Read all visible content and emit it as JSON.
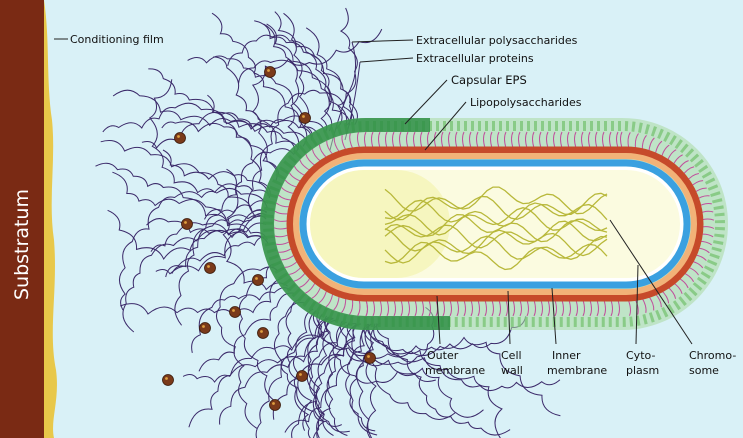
{
  "substrate": {
    "label": "Substratum"
  },
  "labels": {
    "conditioning_film": "Conditioning film",
    "extracellular_polysaccharides": "Extracellular polysaccharides",
    "extracellular_proteins": "Extracellular proteins",
    "capsular_eps": "Capsular EPS",
    "lipopolysaccharides": "Lipopolysaccharides"
  },
  "bottom_labels": [
    {
      "line1": "Outer",
      "line2": "membrane"
    },
    {
      "line1": "Cell",
      "line2": "wall"
    },
    {
      "line1": "Inner",
      "line2": "membrane"
    },
    {
      "line1": "Cyto-",
      "line2": "plasm"
    },
    {
      "line1": "Chromo-",
      "line2": "some"
    }
  ],
  "colors": {
    "background": "#d9f1f7",
    "substrate": "#7a2a14",
    "conditioning_film": "#e8c84a",
    "capsule_dark": "#2f8f45",
    "capsule_light": "#a9d9a0",
    "lps": "#c0509c",
    "outer_membrane": "#c64a2a",
    "cell_wall": "#f2b278",
    "inner_membrane": "#3aa0e0",
    "cytoplasm": "#fbfbe0",
    "chromosome": "#b8b83a",
    "eps_fibers": "#3b2a6a",
    "proteins": "#7a3a1a"
  }
}
